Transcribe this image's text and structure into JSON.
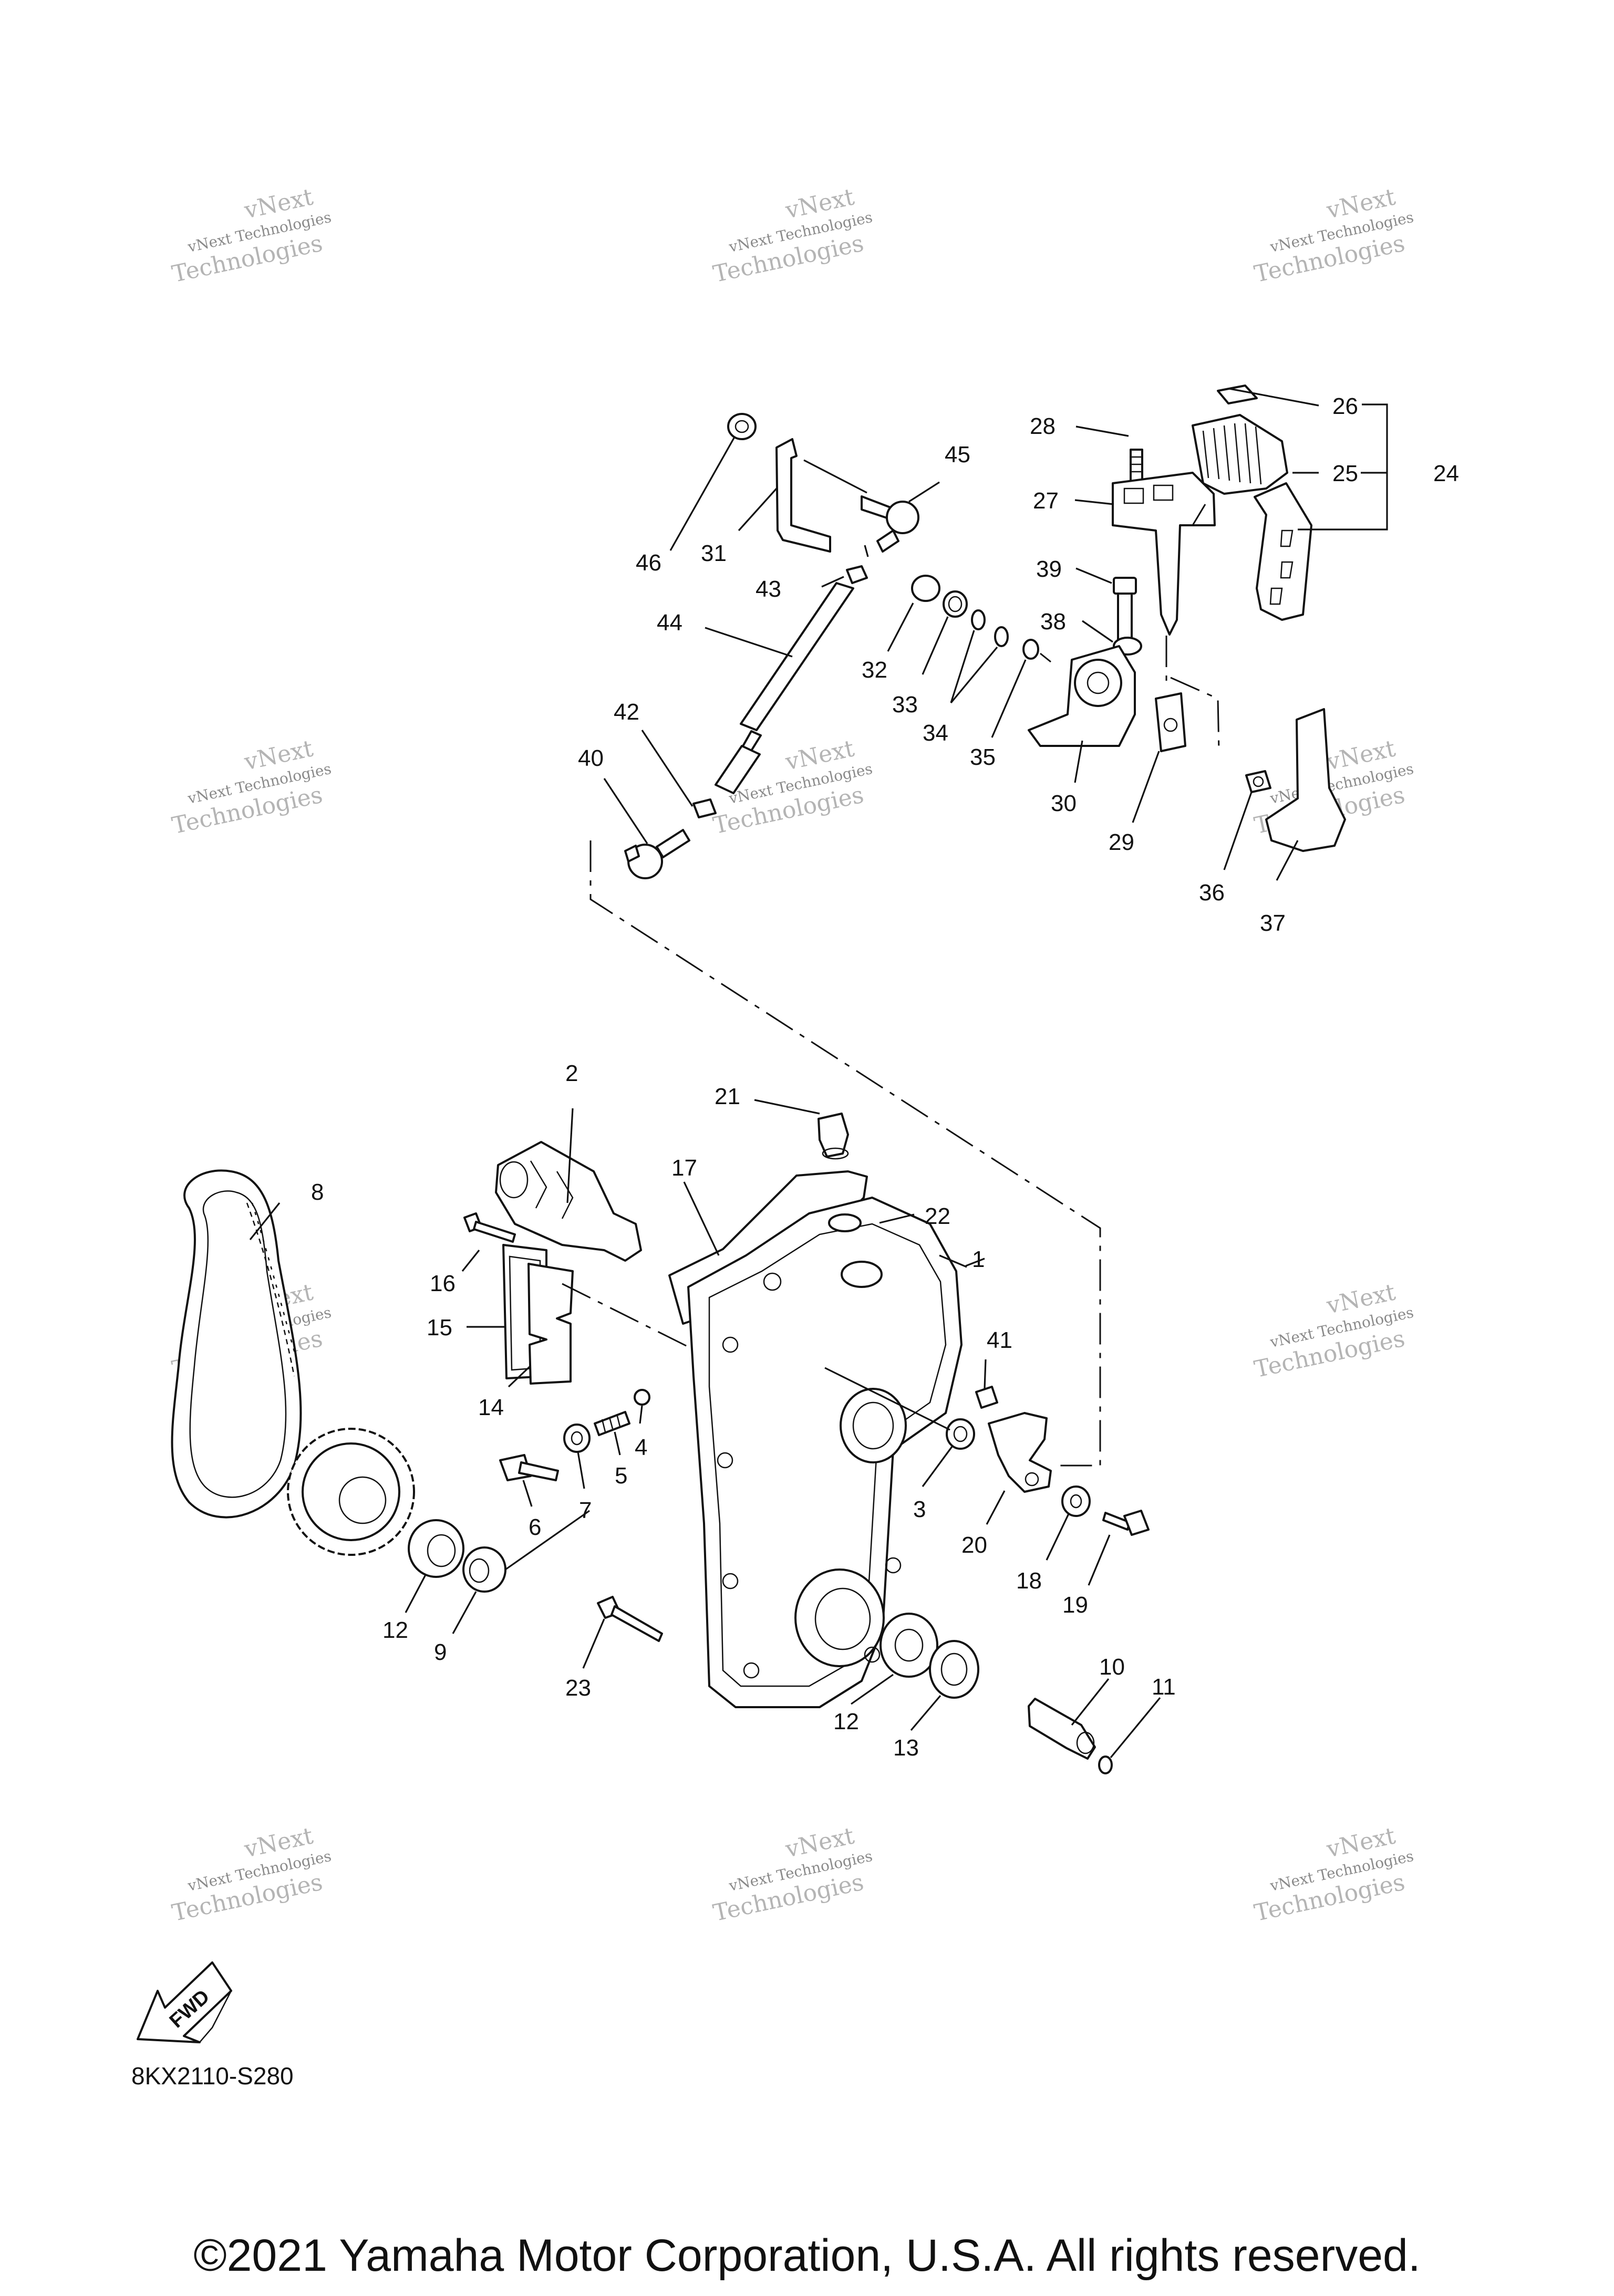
{
  "watermark": {
    "line1": "vNext",
    "line2": "vNext Technologies",
    "line3": "Technologies"
  },
  "labels": {
    "p1": "1",
    "p2": "2",
    "p3": "3",
    "p4": "4",
    "p5": "5",
    "p6": "6",
    "p7": "7",
    "p8": "8",
    "p9": "9",
    "p10": "10",
    "p11": "11",
    "p12a": "12",
    "p12b": "12",
    "p13": "13",
    "p14": "14",
    "p15": "15",
    "p16": "16",
    "p17": "17",
    "p18": "18",
    "p19": "19",
    "p20": "20",
    "p21": "21",
    "p22": "22",
    "p23": "23",
    "p24": "24",
    "p25": "25",
    "p26": "26",
    "p27": "27",
    "p28": "28",
    "p29": "29",
    "p30": "30",
    "p31": "31",
    "p32": "32",
    "p33": "33",
    "p34": "34",
    "p35": "35",
    "p36": "36",
    "p37": "37",
    "p38": "38",
    "p39": "39",
    "p40": "40",
    "p41": "41",
    "p42": "42",
    "p43": "43",
    "p44": "44",
    "p45": "45",
    "p46": "46"
  },
  "fwd_label": "FWD",
  "diagram_code": "8KX2110-S280",
  "copyright": "©2021 Yamaha Motor Corporation, U.S.A. All rights reserved."
}
